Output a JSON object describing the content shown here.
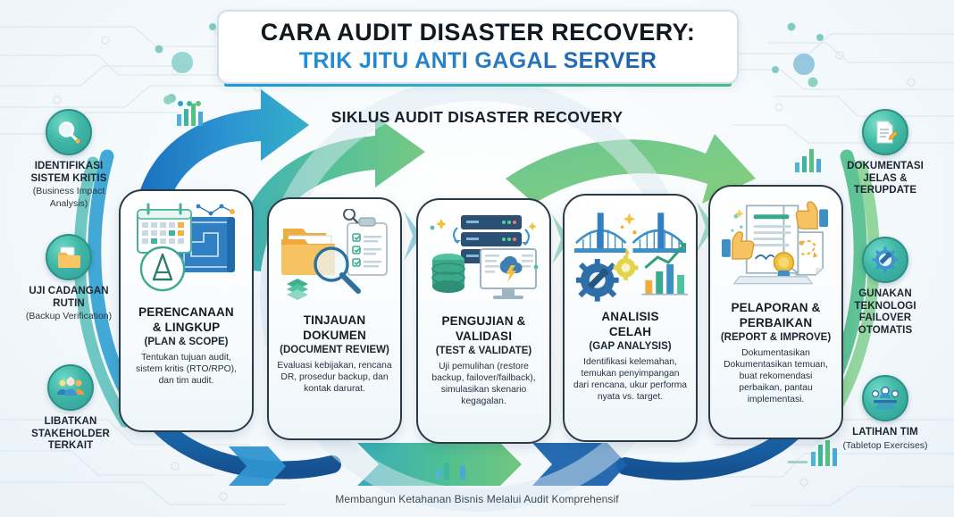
{
  "header": {
    "title_line1": "CARA AUDIT DISASTER RECOVERY:",
    "title_line2": "TRIK JITU ANTI GAGAL SERVER",
    "section_title": "SIKLUS AUDIT DISASTER RECOVERY"
  },
  "footer": {
    "text": "Membangun Ketahanan Bisnis Melalui Audit Komprehensif"
  },
  "colors": {
    "title_dark": "#101820",
    "title_blue": "#1d5fa8",
    "arrow_blue": "#1f7fc4",
    "arrow_teal": "#2fae9e",
    "arrow_green": "#5cc07f",
    "card_border": "#2b3a47",
    "background": "#f4f9fc"
  },
  "left_labels": [
    {
      "id": "identifikasi-sistem-kritis",
      "icon": "magnifier-icon",
      "title": "IDENTIFIKASI\nSISTEM KRITIS",
      "title_l1": "IDENTIFIKASI",
      "title_l2": "SISTEM KRITIS",
      "sub_l1": "(Business Impact",
      "sub_l2": "Analysis)"
    },
    {
      "id": "uji-cadangan-rutin",
      "icon": "folder-icon",
      "title_l1": "UJI CADANGAN",
      "title_l2": "RUTIN",
      "sub_l1": "(Backup Verification)",
      "sub_l2": ""
    },
    {
      "id": "libatkan-stakeholder-terkait",
      "icon": "people-group-icon",
      "title_l1": "LIBATKAN",
      "title_l2": "STAKEHOLDER",
      "title_l3": "TERKAIT",
      "sub_l1": "",
      "sub_l2": ""
    }
  ],
  "right_labels": [
    {
      "id": "dokumentasi-jelas-terupdate",
      "icon": "document-pencil-icon",
      "title_l1": "DOKUMENTASI",
      "title_l2": "JELAS &",
      "title_l3": "TERUPDATE",
      "sub_l1": "",
      "sub_l2": ""
    },
    {
      "id": "gunakan-teknologi-failover-otomatis",
      "icon": "gear-wrench-icon",
      "title_l1": "GUNAKAN",
      "title_l2": "TEKNOLOGI",
      "title_l3": "FAILOVER",
      "title_l4": "OTOMATIS",
      "sub_l1": "",
      "sub_l2": ""
    },
    {
      "id": "latihan-tim",
      "icon": "team-meeting-icon",
      "title_l1": "LATIHAN TIM",
      "title_l2": "",
      "sub_l1": "(Tabletop Exercises)",
      "sub_l2": ""
    }
  ],
  "steps": [
    {
      "id": "perencanaan-lingkup",
      "icon": "calendar-blueprint-compass-icon",
      "title_l1": "PERENCANAAN",
      "title_l2": "& LINGKUP",
      "subtitle": "(PLAN & SCOPE)",
      "body": "Tentukan tujuan audit, sistem kritis (RTO/RPO), dan tim audit."
    },
    {
      "id": "tinjauan-dokumen",
      "icon": "folders-magnifier-checklist-icon",
      "title_l1": "TINJAUAN",
      "title_l2": "DOKUMEN",
      "subtitle": "(DOCUMENT REVIEW)",
      "body": "Evaluasi kebijakan, rencana DR, prosedur backup, dan kontak darurat."
    },
    {
      "id": "pengujian-validasi",
      "icon": "server-database-monitor-icon",
      "title_l1": "PENGUJIAN &",
      "title_l2": "VALIDASI",
      "subtitle": "(TEST & VALIDATE)",
      "body": "Uji pemulihan (restore backup, failover/failback), simulasikan skenario kegagalan."
    },
    {
      "id": "analisis-celah",
      "icon": "bridge-gear-chart-icon",
      "title_l1": "ANALISIS",
      "title_l2": "CELAH",
      "subtitle": "(GAP ANALYSIS)",
      "body": "Identifikasi kelemahan, temukan penyimpangan dari rencana, ukur performa nyata vs. target."
    },
    {
      "id": "pelaporan-perbaikan",
      "icon": "report-thumbsup-seal-icon",
      "title_l1": "PELAPORAN &",
      "title_l2": "PERBAIKAN",
      "subtitle": "(REPORT & IMPROVE)",
      "body": "Dokumentasikan Dokumentasikan temuan, buat rekomendasi perbaikan, pantau implementasi."
    }
  ]
}
